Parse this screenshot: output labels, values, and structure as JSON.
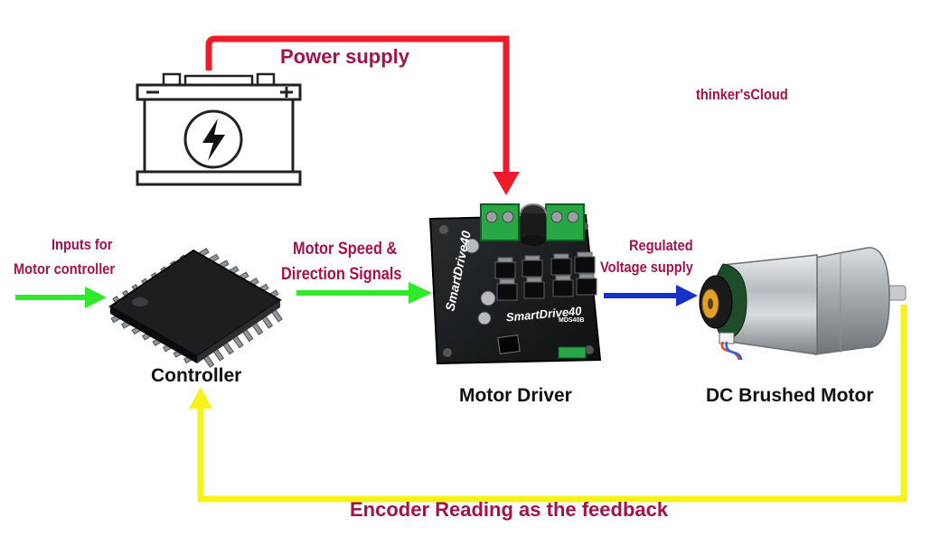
{
  "colors": {
    "power": "#ee1b2a",
    "signal": "#2eea2a",
    "regulated": "#1730c8",
    "feedback": "#f7f21a",
    "label_accent": "#a3124b",
    "label_dark": "#111111"
  },
  "labels": {
    "power_supply": "Power supply",
    "brand": "thinker'sCloud",
    "inputs_line1": "Inputs for",
    "inputs_line2": "Motor controller",
    "signals_line1": "Motor Speed &",
    "signals_line2": "Direction Signals",
    "regulated_line1": "Regulated",
    "regulated_line2": "Voltage supply",
    "controller": "Controller",
    "motor_driver": "Motor Driver",
    "dc_motor": "DC Brushed Motor",
    "feedback": "Encoder Reading as the feedback"
  },
  "board": {
    "title": "SmartDrive40",
    "model": "MDS40B"
  },
  "icons": {
    "battery": "battery-icon",
    "bolt": "lightning-bolt-icon",
    "chip": "microcontroller-chip-icon",
    "driver": "motor-driver-board-icon",
    "motor": "dc-motor-icon"
  }
}
